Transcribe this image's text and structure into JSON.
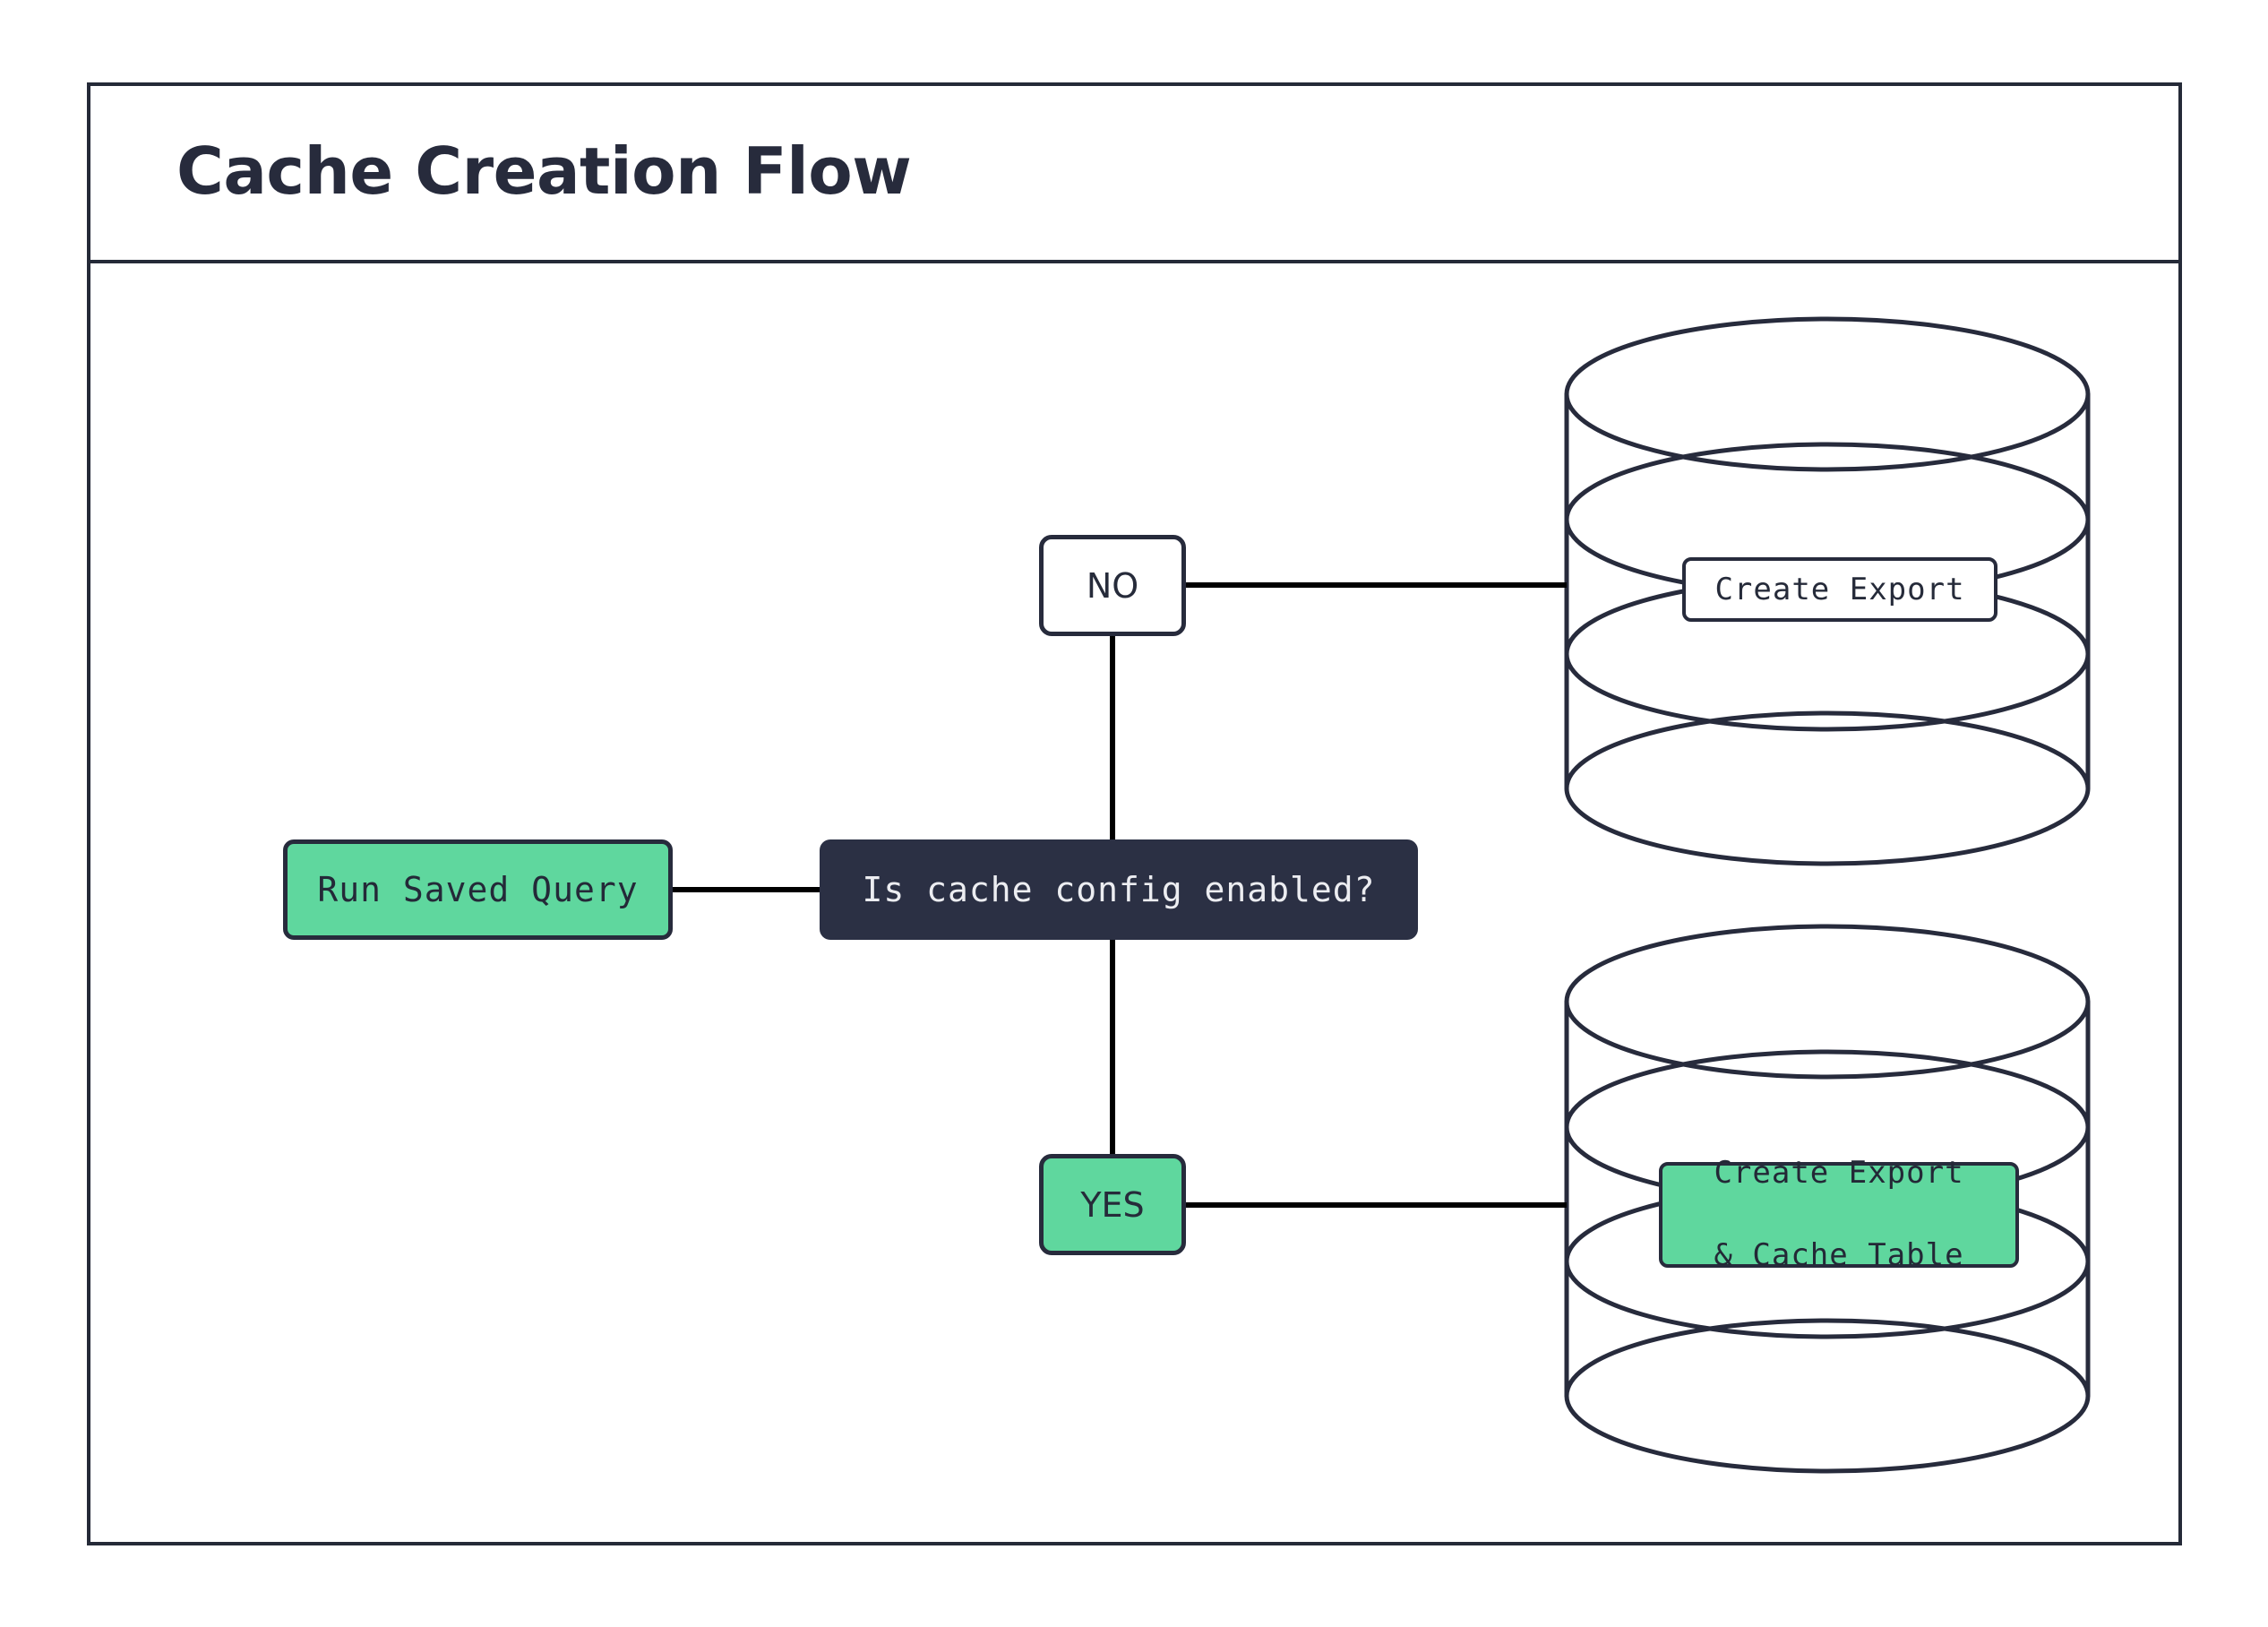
{
  "diagram": {
    "title": "Cache Creation Flow",
    "type": "flowchart",
    "colors": {
      "accent_green": "#5fd79e",
      "dark_navy": "#272b3c",
      "decision_fill": "#2b3044",
      "decision_text": "#ecedf1",
      "background": "#ffffff",
      "stroke": "#252a38"
    },
    "nodes": [
      {
        "id": "run-saved-query",
        "label": "Run Saved Query",
        "shape": "rounded-rect",
        "fill": "#5fd79e",
        "font": "mono"
      },
      {
        "id": "is-cache-config-enabled",
        "label": "Is cache config enabled?",
        "shape": "rounded-rect",
        "fill": "#2b3044",
        "font": "mono"
      },
      {
        "id": "branch-no",
        "label": "NO",
        "shape": "rounded-rect",
        "fill": "#ffffff",
        "font": "sans"
      },
      {
        "id": "branch-yes",
        "label": "YES",
        "shape": "rounded-rect",
        "fill": "#5fd79e",
        "font": "sans"
      },
      {
        "id": "create-export",
        "label": "Create Export",
        "shape": "database-cylinder",
        "fill": "#ffffff",
        "font": "mono"
      },
      {
        "id": "create-export-cache-table",
        "label": "Create Export\n& Cache Table",
        "line1": "Create Export",
        "line2": "& Cache Table",
        "shape": "database-cylinder",
        "fill": "#5fd79e",
        "font": "mono"
      }
    ],
    "edges": [
      {
        "from": "run-saved-query",
        "to": "is-cache-config-enabled",
        "label": ""
      },
      {
        "from": "is-cache-config-enabled",
        "to": "branch-no",
        "label": ""
      },
      {
        "from": "is-cache-config-enabled",
        "to": "branch-yes",
        "label": ""
      },
      {
        "from": "branch-no",
        "to": "create-export",
        "label": ""
      },
      {
        "from": "branch-yes",
        "to": "create-export-cache-table",
        "label": ""
      }
    ]
  }
}
